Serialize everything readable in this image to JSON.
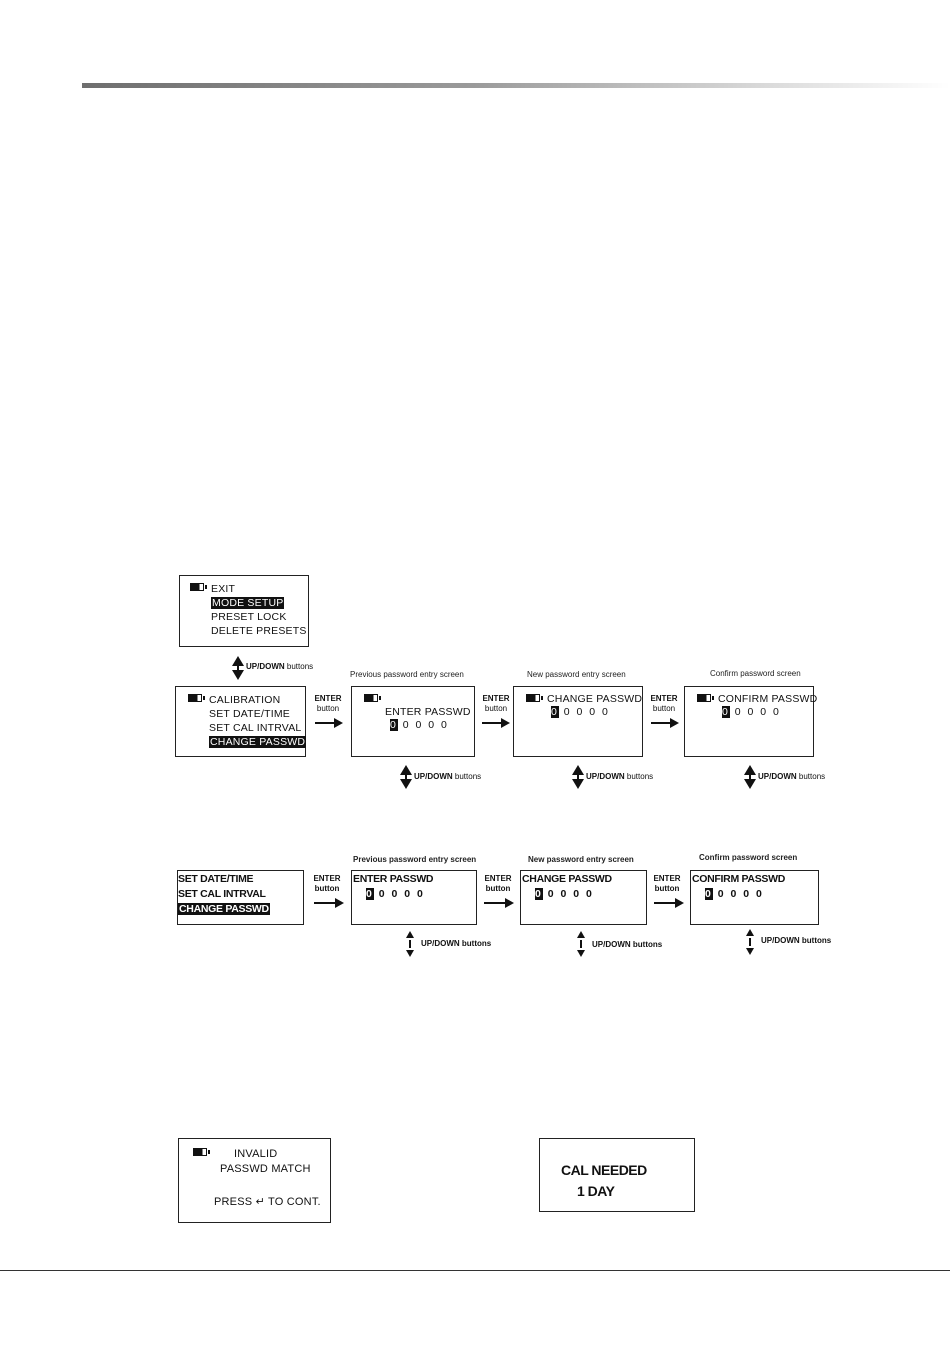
{
  "diagram1": {
    "menu_main": [
      "EXIT",
      "MODE SETUP",
      "PRESET LOCK",
      "DELETE PRESETS"
    ],
    "menu_main_selected": "MODE SETUP",
    "updown_label_bold": "UP/DOWN",
    "updown_label_rest": " buttons",
    "menu_setup": [
      "CALIBRATION",
      "SET DATE/TIME",
      "SET CAL INTRVAL",
      "CHANGE PASSWD"
    ],
    "menu_setup_selected": "CHANGE PASSWD",
    "enter_bold": "ENTER",
    "enter_rest": "button",
    "screen_prev": {
      "caption": "Previous password entry screen",
      "title": "ENTER PASSWD",
      "cursor": "0",
      "digits": "0 0 0 0"
    },
    "screen_new": {
      "caption": "New password entry screen",
      "title": "CHANGE PASSWD",
      "cursor": "0",
      "digits": "0 0 0 0"
    },
    "screen_confirm": {
      "caption": "Confirm password screen",
      "title": "CONFIRM PASSWD",
      "cursor": "0",
      "digits": "0 0 0 0"
    }
  },
  "diagram2": {
    "menu": [
      "SET DATE/TIME",
      "SET CAL INTRVAL",
      "CHANGE PASSWD"
    ],
    "menu_selected": "CHANGE PASSWD",
    "enter_bold": "ENTER",
    "enter_rest": "button",
    "updown_label": "UP/DOWN buttons",
    "screen_prev": {
      "caption": "Previous password entry screen",
      "title": "ENTER PASSWD",
      "cursor": "0",
      "digits": "0 0 0 0"
    },
    "screen_new": {
      "caption": "New password entry screen",
      "title": "CHANGE PASSWD",
      "cursor": "0",
      "digits": "0 0 0 0"
    },
    "screen_confirm": {
      "caption": "Confirm password screen",
      "title": "CONFIRM PASSWD",
      "cursor": "0",
      "digits": "0 0 0 0"
    }
  },
  "invalid_screen": {
    "line1": "INVALID",
    "line2": "PASSWD MATCH",
    "line3_pre": "PRESS ",
    "enter_glyph": "↵",
    "line3_post": " TO CONT."
  },
  "cal_screen": {
    "line1": "CAL NEEDED",
    "line2": "1 DAY"
  }
}
